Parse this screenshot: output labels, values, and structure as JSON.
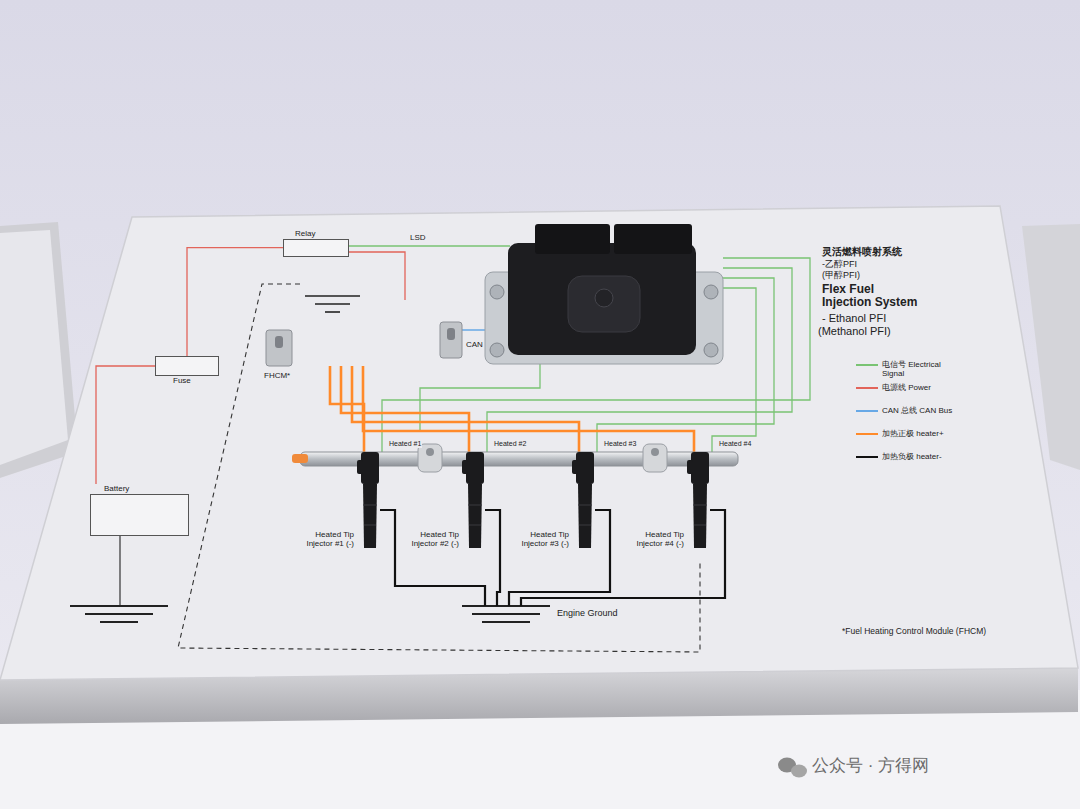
{
  "diagram": {
    "title": "灵活燃料喷射系统",
    "nodes": [
      {
        "text": [
          "Relay"
        ]
      },
      {
        "text": [
          "Fuse"
        ]
      },
      {
        "text": [
          "Battery"
        ]
      }
    ],
    "edges": [
      {
        "from": 2,
        "to": 1,
        "arrow": "none"
      },
      {
        "from": 1,
        "to": 0,
        "arrow": "none"
      }
    ],
    "labels": [
      "-乙醇PFI",
      "(甲醇PFI)",
      "Flex Fuel Injection System",
      "- Ethanol PFI",
      "(Methanol PFI)",
      "LSD",
      "FHCM*",
      "CAN",
      "Heated #1",
      "Heated #2",
      "Heated #3",
      "Heated #4",
      "Heated Tip Injector #1 (-)",
      "Heated Tip Injector #2 (-)",
      "Heated Tip Injector #3 (-)",
      "Heated Tip Injector #4 (-)",
      "Engine Ground",
      "*Fuel Heating Control Module (FHCM)",
      "公众号 · 方得网"
    ],
    "legend": [
      {
        "text": "电信号 Electrical Signal"
      },
      {
        "text": "电源线 Power"
      },
      {
        "text": "CAN 总线 CAN Bus"
      },
      {
        "text": "加热正极 heater+"
      },
      {
        "text": "加热负极 heater-"
      }
    ]
  }
}
